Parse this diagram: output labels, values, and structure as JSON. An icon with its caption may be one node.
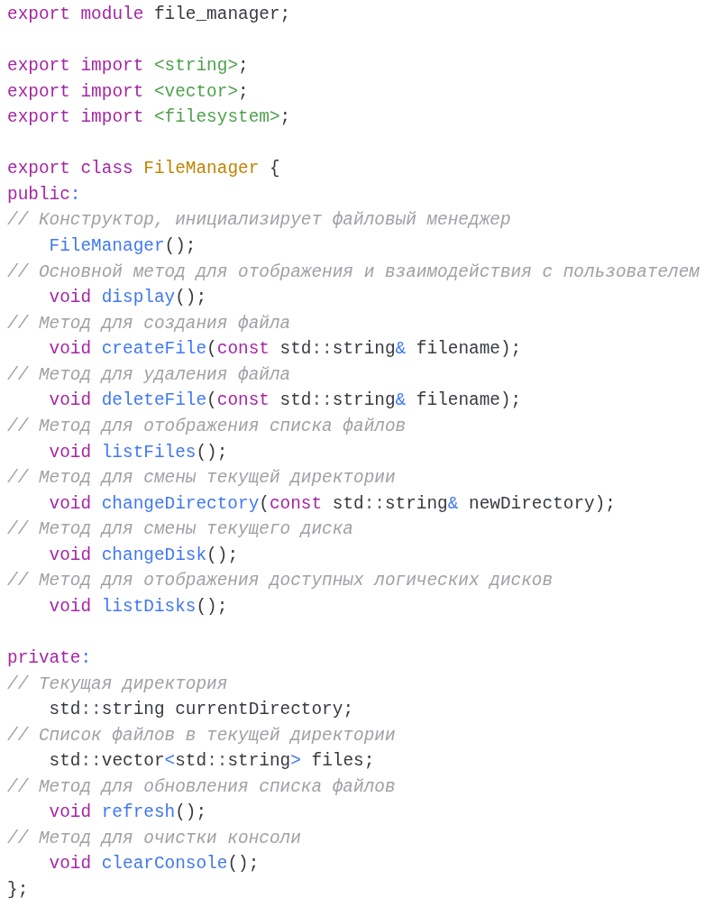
{
  "diagram": {
    "labels": [
      "export module file_manager;",
      "export import <string>;",
      "export import <vector>;",
      "export import <filesystem>;",
      "export class FileManager {",
      "public:",
      "// Конструктор, инициализирует файловый менеджер",
      "    FileManager();",
      "// Основной метод для отображения и взаимодействия с пользователем",
      "    void display();",
      "// Метод для создания файла",
      "    void createFile(const std::string& filename);",
      "// Метод для удаления файла",
      "    void deleteFile(const std::string& filename);",
      "// Метод для отображения списка файлов",
      "    void listFiles();",
      "// Метод для смены текущей директории",
      "    void changeDirectory(const std::string& newDirectory);",
      "// Метод для смены текущего диска",
      "    void changeDisk();",
      "// Метод для отображения доступных логических дисков",
      "    void listDisks();",
      "private:",
      "// Текущая директория",
      "    std::string currentDirectory;",
      "// Список файлов в текущей директории",
      "    std::vector<std::string> files;",
      "// Метод для обновления списка файлов",
      "    void refresh();",
      "// Метод для очистки консоли",
      "    void clearConsole();",
      "};"
    ]
  }
}
